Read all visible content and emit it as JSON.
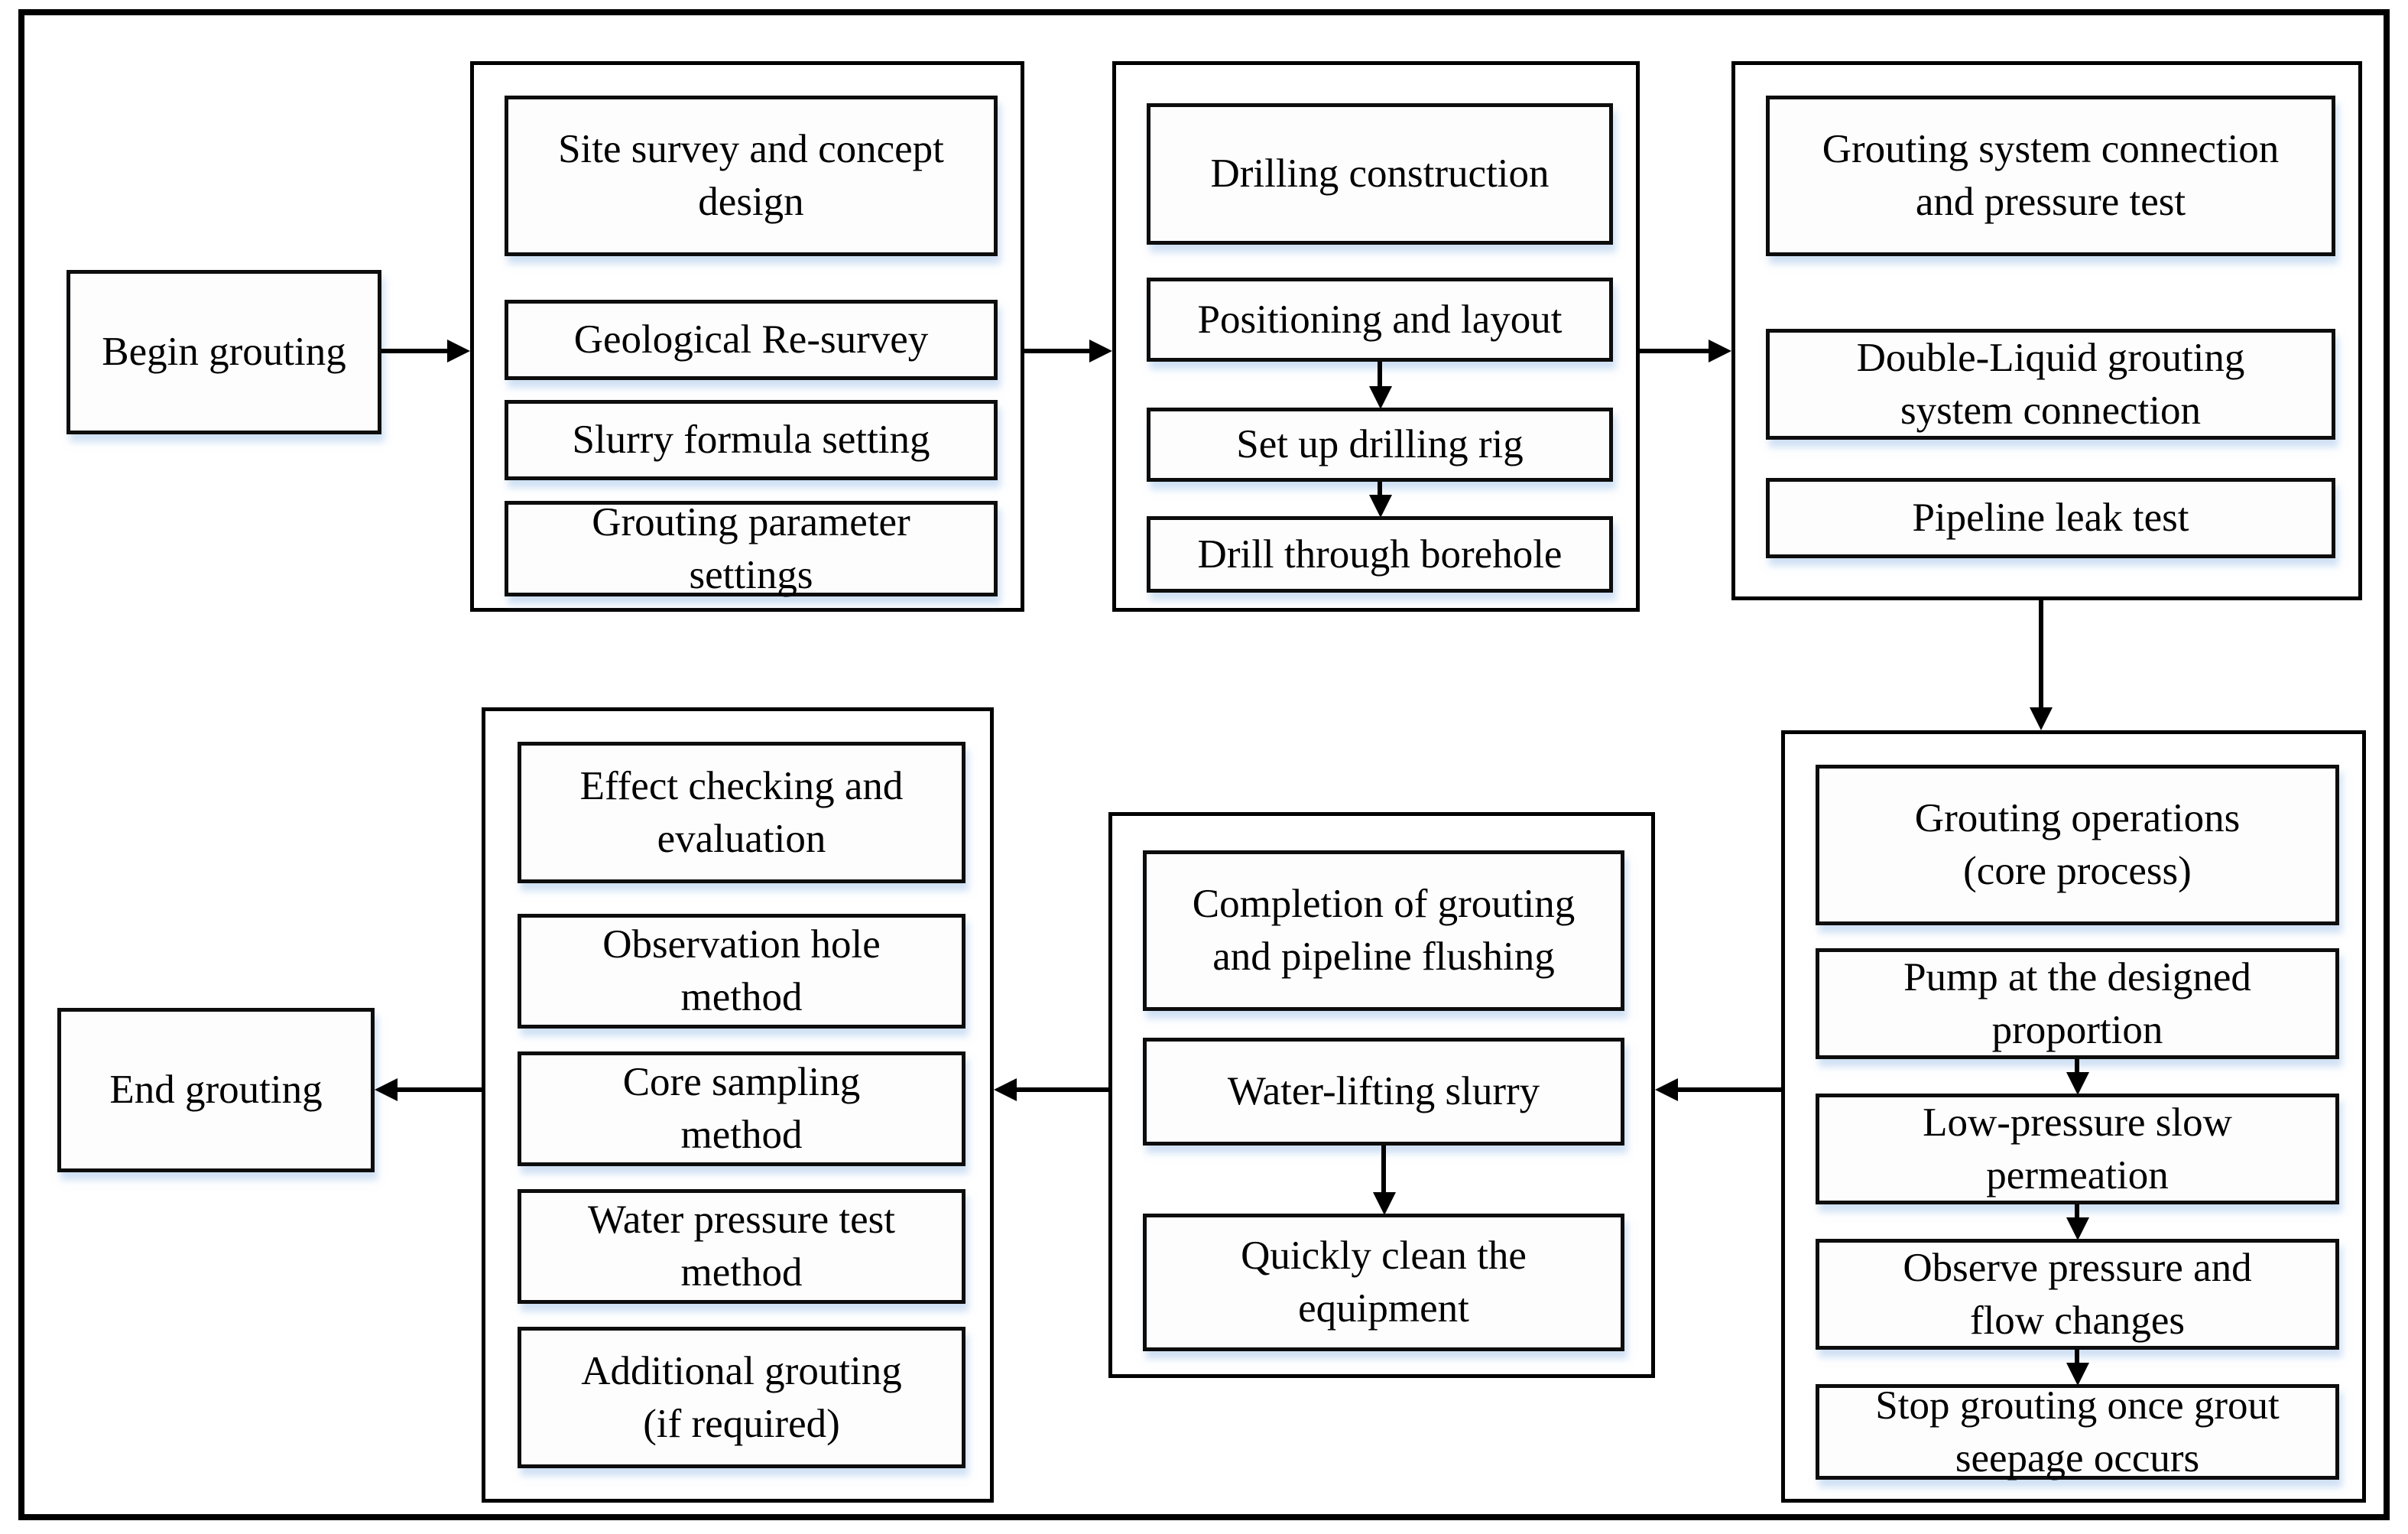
{
  "nodes": {
    "begin": "Begin grouting",
    "end": "End grouting"
  },
  "groups": [
    [
      [
        "Site survey and concept",
        "design"
      ],
      "Geological Re-survey",
      "Slurry formula setting",
      [
        "Grouting parameter",
        "settings"
      ]
    ],
    [
      "Drilling construction",
      "Positioning and layout",
      "Set up drilling rig",
      "Drill through borehole"
    ],
    [
      [
        "Grouting system connection",
        "and pressure test"
      ],
      [
        "Double-Liquid grouting",
        "system connection"
      ],
      "Pipeline leak test"
    ],
    [
      [
        "Grouting operations",
        "(core process)"
      ],
      [
        "Pump at the designed",
        "proportion"
      ],
      [
        "Low-pressure slow",
        "permeation"
      ],
      [
        "Observe pressure and",
        "flow changes"
      ],
      [
        "Stop grouting once grout",
        "seepage occurs"
      ]
    ],
    [
      [
        "Completion of grouting",
        "and  pipeline flushing"
      ],
      "Water-lifting slurry",
      [
        "Quickly clean the",
        "equipment"
      ]
    ],
    [
      [
        "Effect checking and",
        "evaluation"
      ],
      [
        "Observation hole",
        "method"
      ],
      [
        "Core sampling",
        "method"
      ],
      [
        "Water pressure test",
        "method"
      ],
      [
        "Additional grouting",
        "(if required)"
      ]
    ]
  ],
  "edges": [
    {
      "from": "begin",
      "to": "group1"
    },
    {
      "from": "group1",
      "to": "group2"
    },
    {
      "from": "group2",
      "to": "group3"
    },
    {
      "from": "group3",
      "to": "group4"
    },
    {
      "from": "group4",
      "to": "group5"
    },
    {
      "from": "group5",
      "to": "group6"
    },
    {
      "from": "group6",
      "to": "end"
    },
    {
      "from": "Positioning and layout",
      "to": "Set up drilling rig"
    },
    {
      "from": "Set up drilling rig",
      "to": "Drill through borehole"
    },
    {
      "from": "Pump at the designed proportion",
      "to": "Low-pressure slow permeation"
    },
    {
      "from": "Low-pressure slow permeation",
      "to": "Observe pressure and flow changes"
    },
    {
      "from": "Observe pressure and flow changes",
      "to": "Stop grouting once grout seepage occurs"
    },
    {
      "from": "Water-lifting slurry",
      "to": "Quickly clean the equipment"
    }
  ],
  "colors": {
    "border": "#000000",
    "background": "#ffffff",
    "text": "#000000",
    "box_shadow": "#a8c6eb"
  }
}
